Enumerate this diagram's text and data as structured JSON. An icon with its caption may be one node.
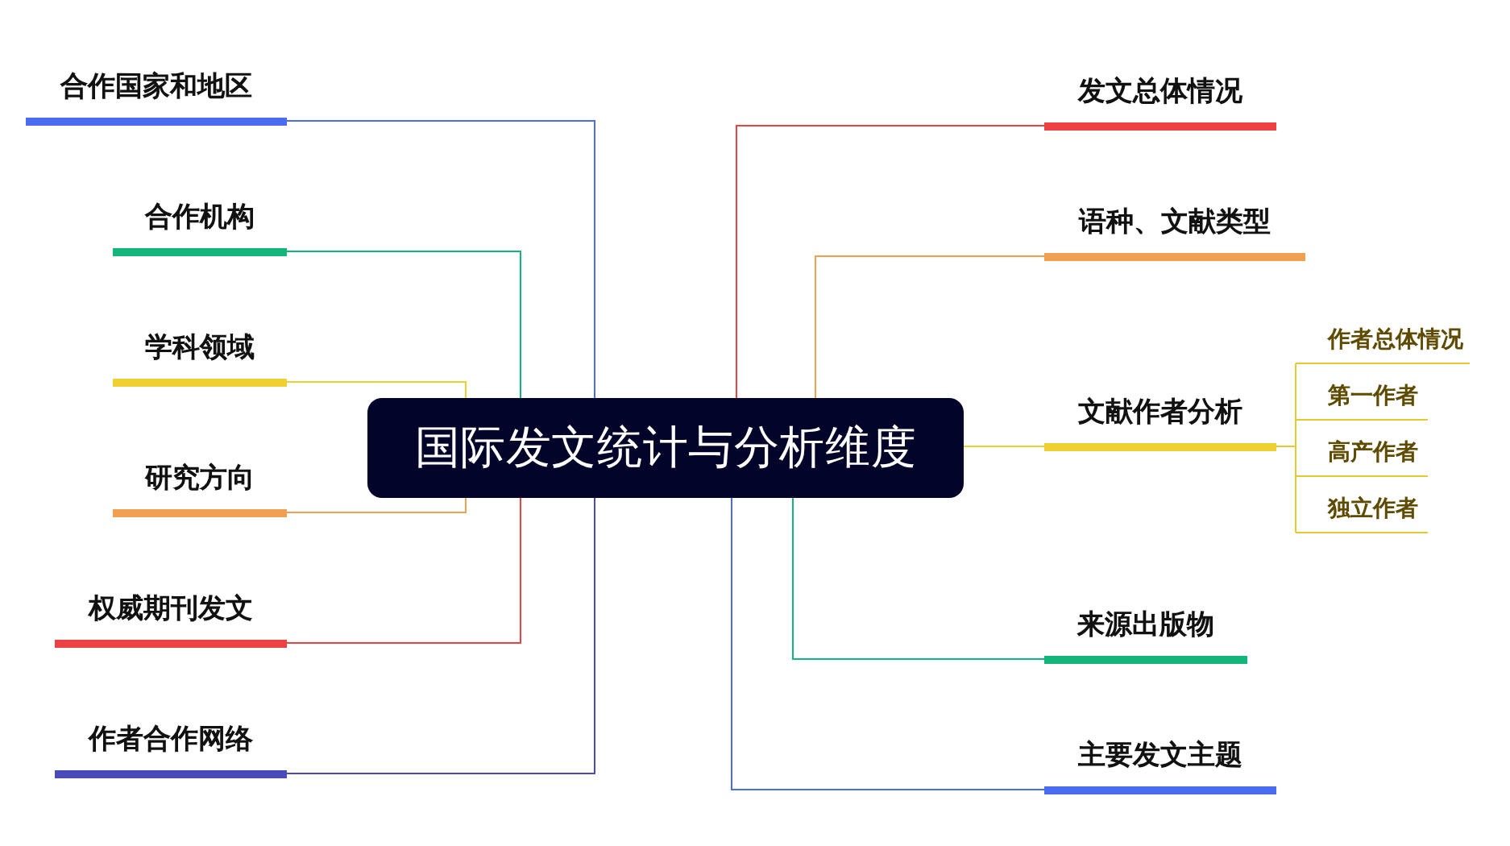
{
  "diagram": {
    "nodes": [
      {
        "text": [
          "国际发文统计与分析维度"
        ]
      },
      {
        "text": [
          "合作国家和地区"
        ]
      },
      {
        "text": [
          "合作机构"
        ]
      },
      {
        "text": [
          "学科领域"
        ]
      },
      {
        "text": [
          "研究方向"
        ]
      },
      {
        "text": [
          "权威期刊发文"
        ]
      },
      {
        "text": [
          "作者合作网络"
        ]
      },
      {
        "text": [
          "发文总体情况"
        ]
      },
      {
        "text": [
          "语种、文献类型"
        ]
      },
      {
        "text": [
          "文献作者分析"
        ]
      },
      {
        "text": [
          "作者总体情况"
        ]
      },
      {
        "text": [
          "第一作者"
        ]
      },
      {
        "text": [
          "高产作者"
        ]
      },
      {
        "text": [
          "独立作者"
        ]
      },
      {
        "text": [
          "来源出版物"
        ]
      },
      {
        "text": [
          "主要发文主题"
        ]
      }
    ],
    "edges": [
      {
        "from": 0,
        "to": 1,
        "arrow": "none",
        "color": "#4a6cf0"
      },
      {
        "from": 0,
        "to": 2,
        "arrow": "none",
        "color": "#12b57a"
      },
      {
        "from": 0,
        "to": 3,
        "arrow": "none",
        "color": "#f0d030"
      },
      {
        "from": 0,
        "to": 4,
        "arrow": "none",
        "color": "#f0a050"
      },
      {
        "from": 0,
        "to": 5,
        "arrow": "none",
        "color": "#ec4242"
      },
      {
        "from": 0,
        "to": 6,
        "arrow": "none",
        "color": "#4a4ab8"
      },
      {
        "from": 0,
        "to": 7,
        "arrow": "none",
        "color": "#ec4242"
      },
      {
        "from": 0,
        "to": 8,
        "arrow": "none",
        "color": "#f0a050"
      },
      {
        "from": 0,
        "to": 9,
        "arrow": "none",
        "color": "#f0d030"
      },
      {
        "from": 9,
        "to": 10,
        "arrow": "none",
        "color": "#e8c830"
      },
      {
        "from": 9,
        "to": 11,
        "arrow": "none",
        "color": "#e8c830"
      },
      {
        "from": 9,
        "to": 12,
        "arrow": "none",
        "color": "#e8c830"
      },
      {
        "from": 9,
        "to": 13,
        "arrow": "none",
        "color": "#e8c830"
      },
      {
        "from": 0,
        "to": 14,
        "arrow": "none",
        "color": "#12b57a"
      },
      {
        "from": 0,
        "to": 15,
        "arrow": "none",
        "color": "#4a6cf0"
      }
    ]
  }
}
